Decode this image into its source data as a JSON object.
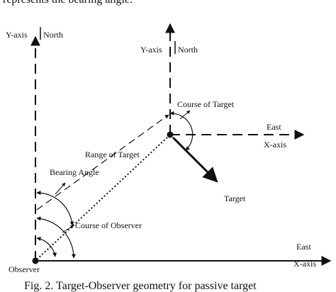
{
  "header_text": "represents the bearing angle.",
  "labels": {
    "y_axis_left": "Y-axis",
    "north_left": "North",
    "y_axis_target": "Y-axis",
    "north_target": "North",
    "course_of_target": "Course of Target",
    "east_upper": "East",
    "x_axis_upper": "X-axis",
    "range_of_target": "Range of Target",
    "bearing_angle": "Bearing Angle",
    "target": "Target",
    "course_of_observer": "Course of Observer",
    "observer": "Observer",
    "east_lower": "East",
    "x_axis_lower": "X-axis"
  },
  "caption": "Fig. 2. Target-Observer geometry for passive target",
  "colors": {
    "ink": "#111111",
    "background": "#ffffff"
  }
}
